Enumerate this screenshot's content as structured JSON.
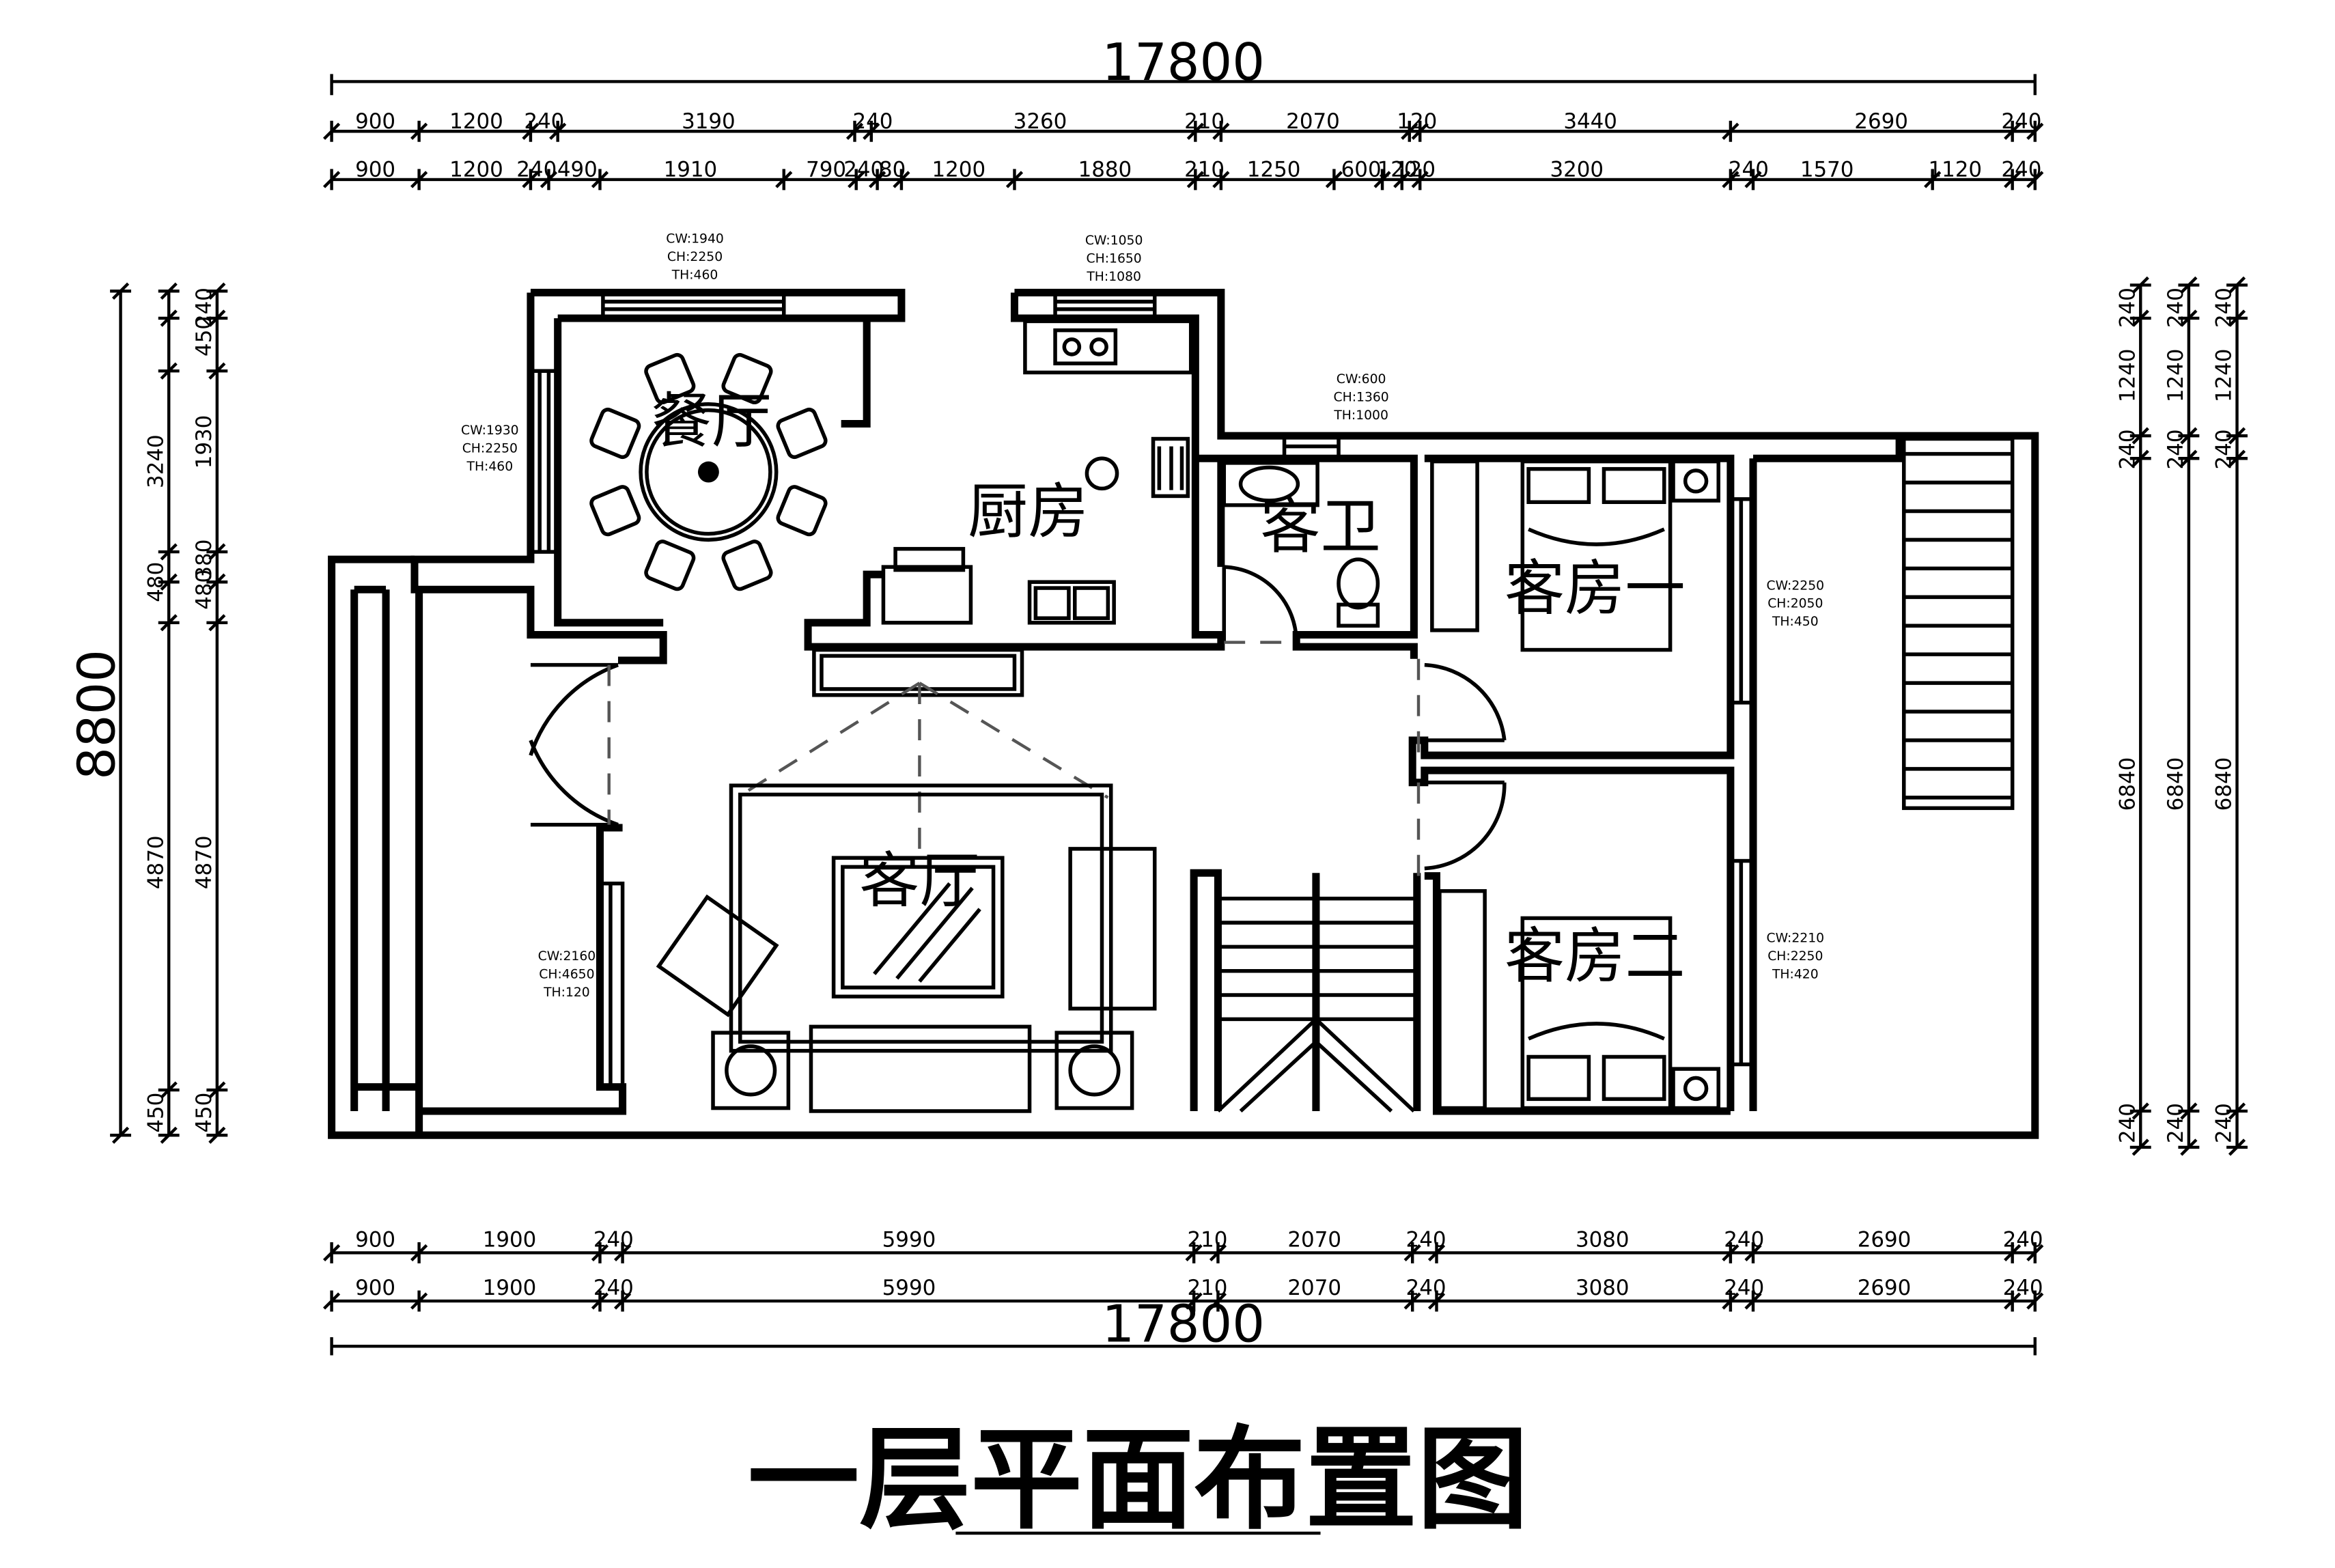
{
  "title": "一层平面布置图",
  "rooms": {
    "dining": "餐厅",
    "kitchen": "厨房",
    "guest_bath": "客卫",
    "guest_room_1": "客房一",
    "guest_room_2": "客房二",
    "living": "客厅"
  },
  "window_notes": {
    "dining_top": [
      "CW:1940",
      "CH:2250",
      "TH:460"
    ],
    "dining_left": [
      "CW:1930",
      "CH:2250",
      "TH:460"
    ],
    "kitchen_top": [
      "CW:1050",
      "CH:1650",
      "TH:1080"
    ],
    "bath_top": [
      "CW:600",
      "CH:1360",
      "TH:1000"
    ],
    "room1_right": [
      "CW:2250",
      "CH:2050",
      "TH:450"
    ],
    "room2_right": [
      "CW:2210",
      "CH:2250",
      "TH:420"
    ],
    "living_left": [
      "CW:2160",
      "CH:4650",
      "TH:120"
    ]
  },
  "dimensions": {
    "top_total": "17800",
    "top_row1": [
      "900",
      "1200",
      "240",
      "3190",
      "240",
      "3260",
      "210",
      "2070",
      "120",
      "3440",
      "2690",
      "240"
    ],
    "top_row2": [
      "900",
      "1200",
      "240",
      "490",
      "1910",
      "790",
      "240",
      "80",
      "1200",
      "1880",
      "210",
      "1250",
      "600",
      "120",
      "120",
      "3200",
      "240",
      "1570",
      "1120",
      "240"
    ],
    "bottom_row1": [
      "900",
      "1900",
      "240",
      "5990",
      "210",
      "2070",
      "240",
      "3080",
      "240",
      "2690",
      "240"
    ],
    "bottom_row2": [
      "900",
      "1900",
      "240",
      "5990",
      "210",
      "2070",
      "240",
      "3080",
      "240",
      "2690",
      "240"
    ],
    "bottom_total": "17800",
    "left_total": "8800",
    "left_row1": [
      "3240",
      "480",
      "4870",
      "450"
    ],
    "left_row2": [
      "240",
      "450",
      "1930",
      "380",
      "480",
      "4870",
      "450"
    ],
    "right_col": [
      "240",
      "1240",
      "240",
      "6840",
      "240"
    ]
  }
}
